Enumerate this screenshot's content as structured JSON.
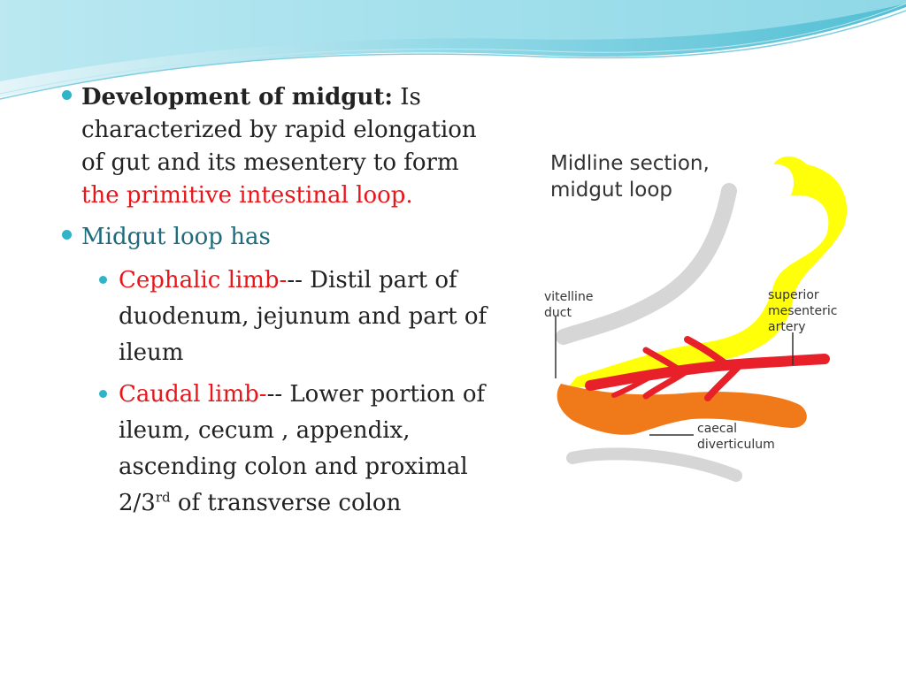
{
  "slide": {
    "bullet1": {
      "bold": "Development of midgut:",
      "text": " Is characterized by rapid elongation of gut and its mesentery to form ",
      "highlight": "the primitive intestinal loop."
    },
    "bullet2": {
      "text": "Midgut loop has",
      "sub": [
        {
          "red": "Cephalic limb-",
          "text": "-- Distil part of duodenum, jejunum and part of ileum"
        },
        {
          "red": "Caudal limb-",
          "text": "-- Lower portion of ileum, cecum , appendix, ascending colon and proximal 2/3",
          "sup": "rd",
          "after": " of transverse colon"
        }
      ]
    }
  },
  "diagram": {
    "title_line1": "Midline section,",
    "title_line2": "midgut loop",
    "labels": {
      "vitelline1": "vitelline",
      "vitelline2": "duct",
      "sma1": "superior",
      "sma2": "mesenteric",
      "sma3": "artery",
      "caecal1": "caecal",
      "caecal2": "diverticulum"
    }
  },
  "colors": {
    "bullet": "#2fb4c8",
    "red": "#e8161b",
    "teal": "#1d6b7c",
    "gut_yellow": "#ffff0a",
    "artery_red": "#e8202a",
    "caecum_orange": "#f07a1a"
  }
}
